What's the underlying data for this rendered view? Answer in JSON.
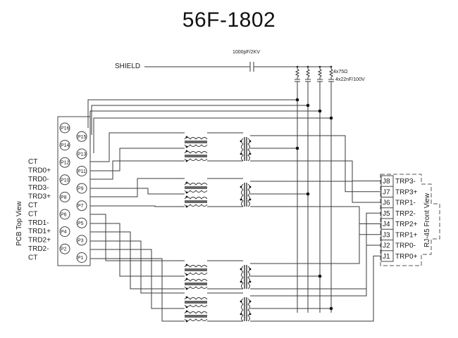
{
  "title": "56F-1802",
  "shield": {
    "label": "SHIELD",
    "capacitor": "1000pF/2KV",
    "resistors": "4x75Ω",
    "capacitors": "4x22nF/100V"
  },
  "pcb_view_label": "PCB  Top  View",
  "rj45_view_label": "RJ-45  Front  View",
  "pcb_pins": [
    "P16",
    "P15",
    "P14",
    "P13",
    "P12",
    "P11",
    "P10",
    "P9",
    "P8",
    "P7",
    "P6",
    "P5",
    "P4",
    "P3",
    "P2",
    "P1"
  ],
  "pcb_signals": [
    "CT",
    "TRD0+",
    "TRD0-",
    "TRD3-",
    "TRD3+",
    "CT",
    "CT",
    "TRD1-",
    "TRD1+",
    "TRD2+",
    "TRD2-",
    "CT"
  ],
  "rj45_pins": [
    {
      "pin": "J8",
      "signal": "TRP3-"
    },
    {
      "pin": "J7",
      "signal": "TRP3+"
    },
    {
      "pin": "J6",
      "signal": "TRP1-"
    },
    {
      "pin": "J5",
      "signal": "TRP2-"
    },
    {
      "pin": "J4",
      "signal": "TRP2+"
    },
    {
      "pin": "J3",
      "signal": "TRP1+"
    },
    {
      "pin": "J2",
      "signal": "TRP0-"
    },
    {
      "pin": "J1",
      "signal": "TRP0+"
    }
  ],
  "channels": 4
}
